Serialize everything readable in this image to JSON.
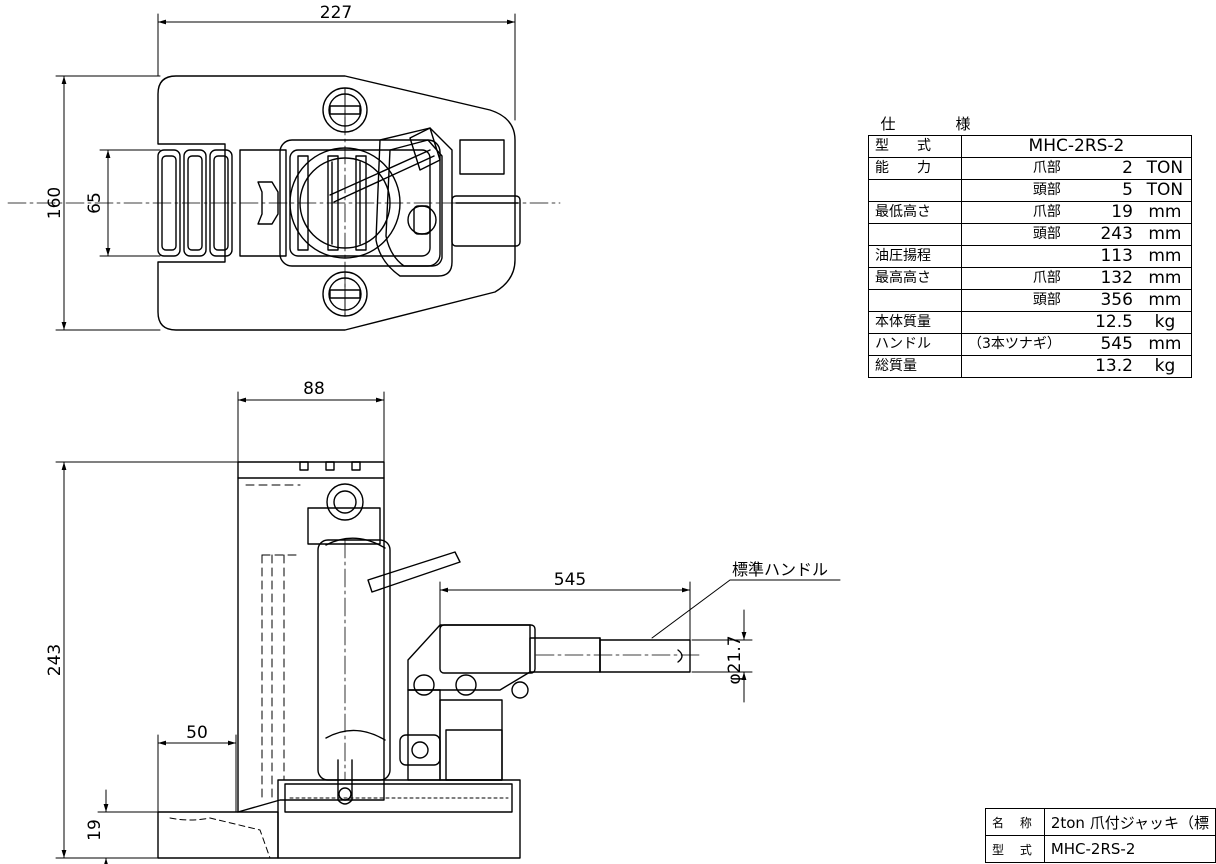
{
  "dimensions": {
    "width_top": "227",
    "height_top": "160",
    "inner_top": "65",
    "width_side": "88",
    "height_side": "243",
    "claw_len": "50",
    "claw_h": "19",
    "handle_len": "545",
    "handle_dia": "φ21.7"
  },
  "callout": "標準ハンドル",
  "spec": {
    "title": "仕　　様",
    "rows": [
      {
        "label": "型　　式",
        "value": "MHC-2RS-2"
      },
      {
        "label": "能　　力",
        "sub": "爪部",
        "value": "2",
        "unit": "TON"
      },
      {
        "label": "",
        "sub": "頭部",
        "value": "5",
        "unit": "TON"
      },
      {
        "label": "最低高さ",
        "sub": "爪部",
        "value": "19",
        "unit": "mm"
      },
      {
        "label": "",
        "sub": "頭部",
        "value": "243",
        "unit": "mm"
      },
      {
        "label": "油圧揚程",
        "sub": "",
        "value": "113",
        "unit": "mm"
      },
      {
        "label": "最高高さ",
        "sub": "爪部",
        "value": "132",
        "unit": "mm"
      },
      {
        "label": "",
        "sub": "頭部",
        "value": "356",
        "unit": "mm"
      },
      {
        "label": "本体質量",
        "sub": "",
        "value": "12.5",
        "unit": "kg"
      },
      {
        "label": "ハンドル",
        "sub": "（3本ツナギ）",
        "value": "545",
        "unit": "mm"
      },
      {
        "label": "総質量",
        "sub": "",
        "value": "13.2",
        "unit": "kg"
      }
    ]
  },
  "titleblock": {
    "name_label": "名 称",
    "name_value": "2ton 爪付ジャッキ（標",
    "model_label": "型 式",
    "model_value": "MHC-2RS-2"
  }
}
